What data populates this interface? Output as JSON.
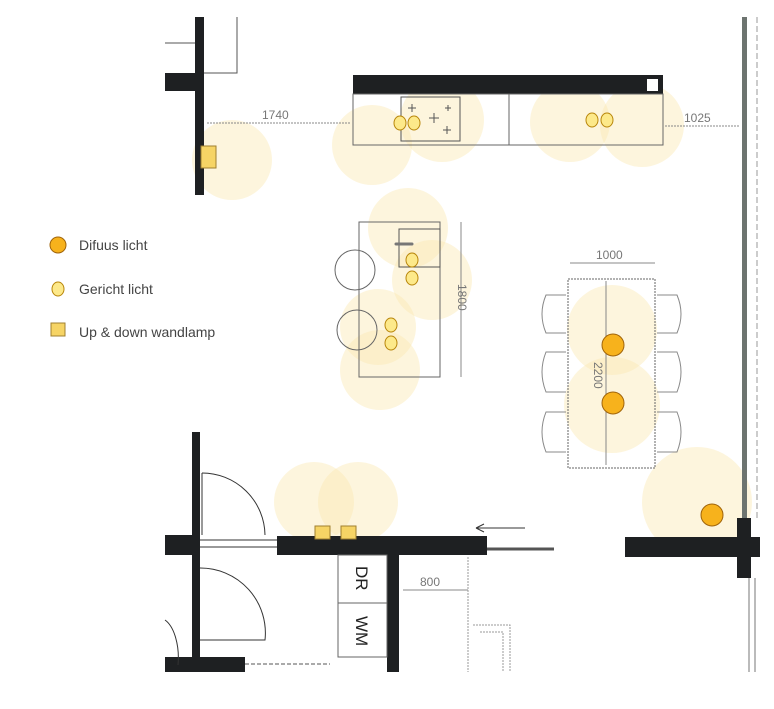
{
  "legend": {
    "items": [
      {
        "label": "Difuus licht",
        "icon": "diffuse-light-icon"
      },
      {
        "label": "Gericht licht",
        "icon": "directed-light-icon"
      },
      {
        "label": "Up & down wandlamp",
        "icon": "wall-lamp-icon"
      }
    ]
  },
  "dimensions": {
    "d1740": "1740",
    "d1025": "1025",
    "d1000": "1000",
    "d1800": "1800",
    "d2200": "2200",
    "d800": "800"
  },
  "rooms": {
    "dryer": "DR",
    "washer": "WM"
  },
  "colors": {
    "diffuse": "#f7b21c",
    "directed": "#fde98a",
    "wall_lamp": "#f6d465",
    "glow": "#fdf3d4",
    "wall": "#1e2022"
  }
}
